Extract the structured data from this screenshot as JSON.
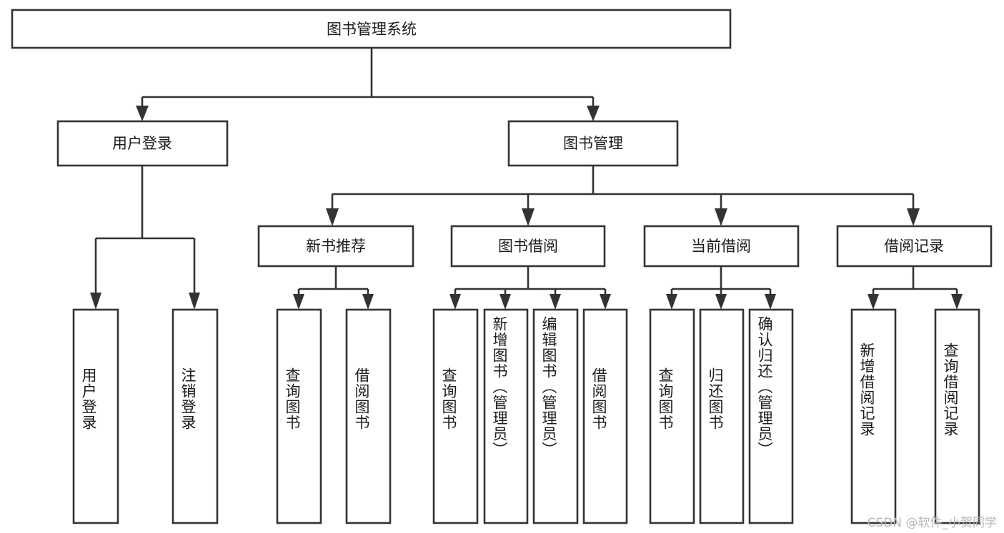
{
  "diagram": {
    "type": "tree",
    "title": "图书管理系统",
    "root": {
      "id": "root",
      "label": "图书管理系统",
      "orientation": "horizontal"
    },
    "level2": [
      {
        "id": "user-login",
        "label": "用户登录",
        "orientation": "horizontal"
      },
      {
        "id": "book-manage",
        "label": "图书管理",
        "orientation": "horizontal"
      }
    ],
    "level3": [
      {
        "id": "new-book-recommend",
        "label": "新书推荐",
        "orientation": "horizontal",
        "parent": "book-manage"
      },
      {
        "id": "book-borrow",
        "label": "图书借阅",
        "orientation": "horizontal",
        "parent": "book-manage"
      },
      {
        "id": "current-borrow",
        "label": "当前借阅",
        "orientation": "horizontal",
        "parent": "book-manage"
      },
      {
        "id": "borrow-record",
        "label": "借阅记录",
        "orientation": "horizontal",
        "parent": "book-manage"
      }
    ],
    "leaves": [
      {
        "id": "leaf-user-login",
        "label": "用户登录",
        "orientation": "vertical",
        "parent": "user-login"
      },
      {
        "id": "leaf-user-logout",
        "label": "注销登录",
        "orientation": "vertical",
        "parent": "user-login"
      },
      {
        "id": "leaf-query-book-rec",
        "label": "查询图书",
        "orientation": "vertical",
        "parent": "new-book-recommend"
      },
      {
        "id": "leaf-borrow-book-rec",
        "label": "借阅图书",
        "orientation": "vertical",
        "parent": "new-book-recommend"
      },
      {
        "id": "leaf-query-book-borrow",
        "label": "查询图书",
        "orientation": "vertical",
        "parent": "book-borrow"
      },
      {
        "id": "leaf-add-book-admin",
        "label": "新增图书（管理员）",
        "orientation": "vertical",
        "parent": "book-borrow"
      },
      {
        "id": "leaf-edit-book-admin",
        "label": "编辑图书（管理员）",
        "orientation": "vertical",
        "parent": "book-borrow"
      },
      {
        "id": "leaf-borrow-book",
        "label": "借阅图书",
        "orientation": "vertical",
        "parent": "book-borrow"
      },
      {
        "id": "leaf-query-book-current",
        "label": "查询图书",
        "orientation": "vertical",
        "parent": "current-borrow"
      },
      {
        "id": "leaf-return-book",
        "label": "归还图书",
        "orientation": "vertical",
        "parent": "current-borrow"
      },
      {
        "id": "leaf-confirm-return-admin",
        "label": "确认归还（管理员）",
        "orientation": "vertical",
        "parent": "current-borrow"
      },
      {
        "id": "leaf-add-borrow-record",
        "label": "新增借阅记录",
        "orientation": "vertical",
        "parent": "borrow-record"
      },
      {
        "id": "leaf-query-borrow-record",
        "label": "查询借阅记录",
        "orientation": "vertical",
        "parent": "borrow-record"
      }
    ],
    "colors": {
      "stroke": "#333333",
      "box_fill": "#ffffff",
      "text": "#1c1c1c",
      "background": "#ffffff",
      "watermark": "#b6b6b6"
    }
  },
  "watermark": {
    "text": "CSDN @软件_小贺同学"
  }
}
